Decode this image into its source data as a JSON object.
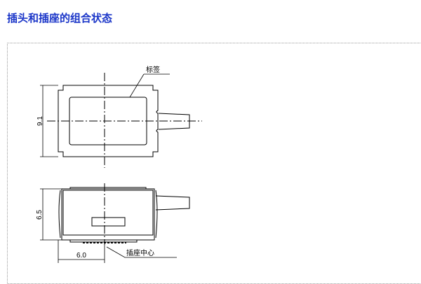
{
  "title": "插头和插座的组合状态",
  "labels": {
    "label": "标签",
    "socket_center": "插座中心"
  },
  "dimensions": {
    "height_top": "9.1",
    "height_side": "6.5",
    "width_offset": "6.0"
  }
}
